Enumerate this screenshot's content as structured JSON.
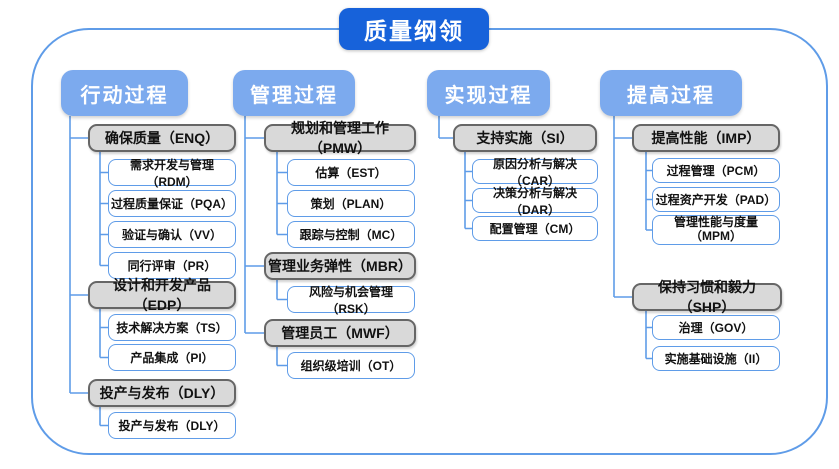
{
  "title": "质量纲领",
  "colors": {
    "title_bg": "#1762da",
    "header_bg": "#7caaee",
    "line": "#5f9ce8",
    "gray_fill": "#d9d9d9",
    "gray_border": "#666666"
  },
  "columns": [
    {
      "header": "行动过程",
      "groups": [
        {
          "label": "确保质量（ENQ）",
          "children": [
            "需求开发与管理（RDM）",
            "过程质量保证（PQA）",
            "验证与确认（VV）",
            "同行评审（PR）"
          ]
        },
        {
          "label": "设计和开发产品（EDP）",
          "children": [
            "技术解决方案（TS）",
            "产品集成（PI）"
          ]
        },
        {
          "label": "投产与发布（DLY）",
          "children": [
            "投产与发布（DLY）"
          ]
        }
      ]
    },
    {
      "header": "管理过程",
      "groups": [
        {
          "label": "规划和管理工作（PMW）",
          "children": [
            "估算（EST）",
            "策划（PLAN）",
            "跟踪与控制（MC）"
          ]
        },
        {
          "label": "管理业务弹性（MBR）",
          "children": [
            "风险与机会管理（RSK）"
          ]
        },
        {
          "label": "管理员工（MWF）",
          "children": [
            "组织级培训（OT）"
          ]
        }
      ]
    },
    {
      "header": "实现过程",
      "groups": [
        {
          "label": "支持实施（SI）",
          "children": [
            "原因分析与解决（CAR）",
            "决策分析与解决（DAR）",
            "配置管理（CM）"
          ]
        }
      ]
    },
    {
      "header": "提高过程",
      "groups": [
        {
          "label": "提高性能（IMP）",
          "children": [
            "过程管理（PCM）",
            "过程资产开发（PAD）",
            "管理性能与度量\n（MPM）"
          ]
        },
        {
          "label": "保持习惯和毅力（SHP）",
          "children": [
            "治理（GOV）",
            "实施基础设施（II）"
          ]
        }
      ]
    }
  ]
}
